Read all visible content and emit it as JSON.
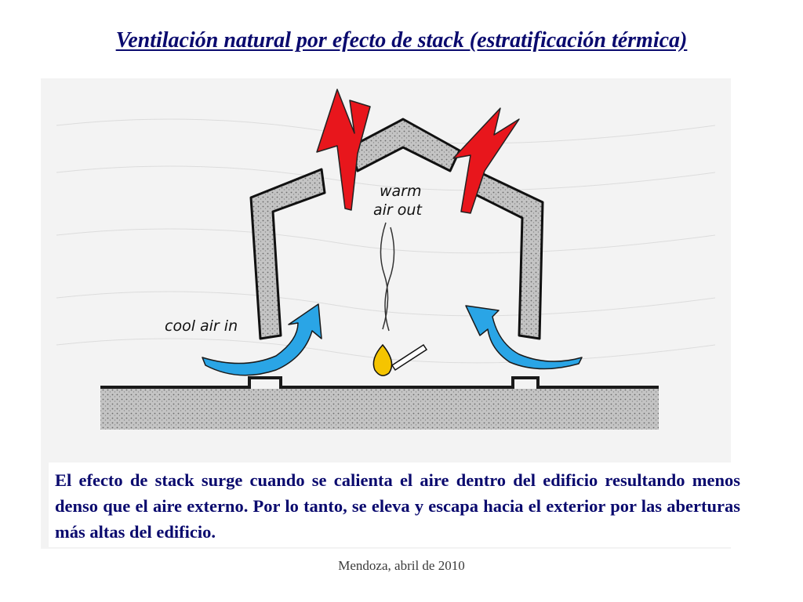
{
  "slide": {
    "title": "Ventilación natural por efecto de stack (estratificación térmica)",
    "caption": "El efecto de stack surge cuando se calienta el aire dentro del edificio resultando menos denso que el aire externo. Por lo tanto, se eleva y escapa hacia el exterior por las aberturas más altas del edificio.",
    "footer": "Mendoza, abril de 2010"
  },
  "diagram": {
    "label_warm_line1": "warm",
    "label_warm_line2": "air out",
    "label_cool": "cool air in",
    "colors": {
      "warm_arrow": "#e8161c",
      "cool_arrow": "#2aa5e6",
      "flame": "#f5c400",
      "wall": "#b8b8b8",
      "ground": "#1a1a1a"
    }
  }
}
